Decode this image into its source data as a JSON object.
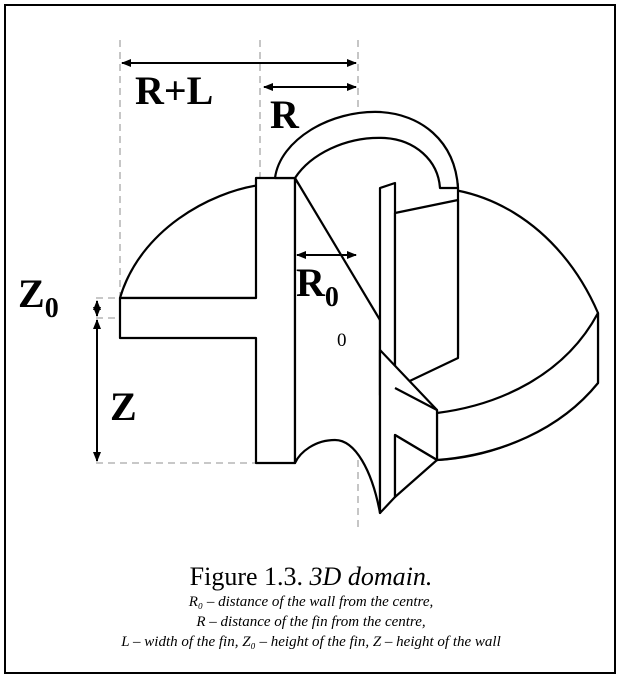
{
  "labels": {
    "r_plus_l": "R+L",
    "r": "R",
    "r0_main": "R",
    "r0_sub": "0",
    "z0_main": "Z",
    "z0_sub": "0",
    "z": "Z",
    "origin": "0"
  },
  "caption": {
    "figure_number": "Figure 1.3.",
    "figure_title": "3D domain.",
    "lines": [
      "R₀ – distance of the wall from the centre,",
      "R – distance of the fin from the centre,",
      "L – width of the fin, Z₀ – height of the fin, Z – height of the wall"
    ]
  },
  "colors": {
    "stroke": "#000000",
    "guide": "#a8a8a8",
    "fill": "#ffffff"
  }
}
